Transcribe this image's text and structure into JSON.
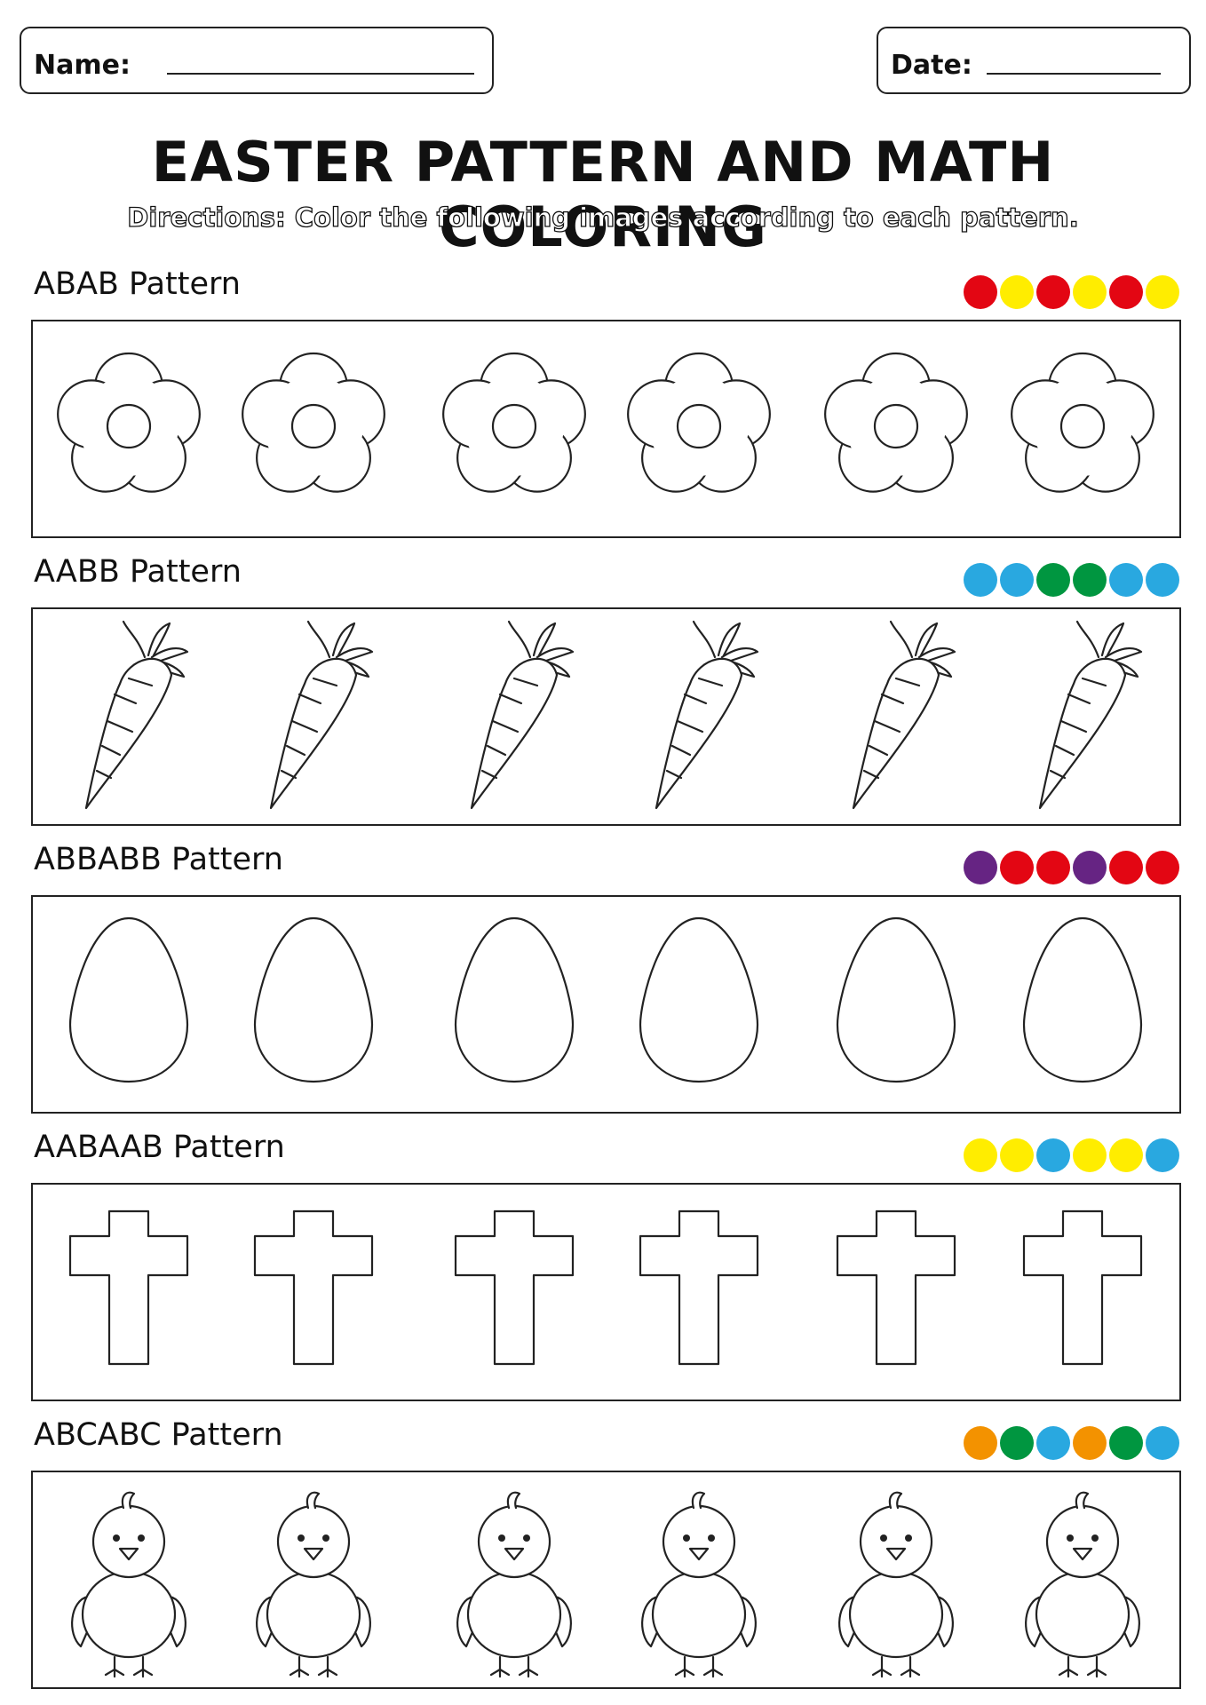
{
  "header": {
    "name_label": "Name:",
    "date_label": "Date:",
    "title": "EASTER PATTERN AND MATH COLORING",
    "directions": "Directions: Color the following images according to each pattern."
  },
  "colors": {
    "red": "#e30613",
    "yellow": "#ffed00",
    "blue": "#29a8e0",
    "green": "#009640",
    "purple": "#662483",
    "orange": "#f39200"
  },
  "patterns": [
    {
      "label": "ABAB Pattern",
      "icon": "flower-icon",
      "swatches": [
        "#e30613",
        "#ffed00",
        "#e30613",
        "#ffed00",
        "#e30613",
        "#ffed00"
      ]
    },
    {
      "label": "AABB Pattern",
      "icon": "carrot-icon",
      "swatches": [
        "#29a8e0",
        "#29a8e0",
        "#009640",
        "#009640",
        "#29a8e0",
        "#29a8e0"
      ]
    },
    {
      "label": "ABBABB Pattern",
      "icon": "egg-icon",
      "swatches": [
        "#662483",
        "#e30613",
        "#e30613",
        "#662483",
        "#e30613",
        "#e30613"
      ]
    },
    {
      "label": "AABAAB Pattern",
      "icon": "cross-icon",
      "swatches": [
        "#ffed00",
        "#ffed00",
        "#29a8e0",
        "#ffed00",
        "#ffed00",
        "#29a8e0"
      ]
    },
    {
      "label": "ABCABC Pattern",
      "icon": "chick-icon",
      "swatches": [
        "#f39200",
        "#009640",
        "#29a8e0",
        "#f39200",
        "#009640",
        "#29a8e0"
      ]
    }
  ]
}
